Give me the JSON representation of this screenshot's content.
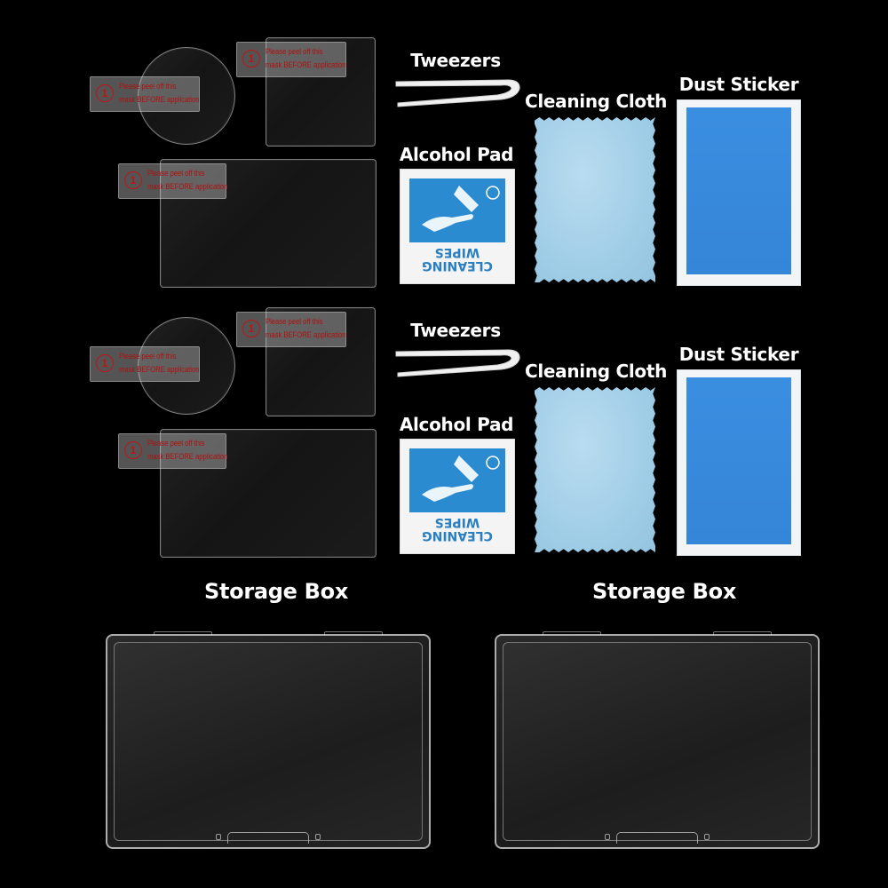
{
  "labels": {
    "tweezers": "Tweezers",
    "alcohol_pad": "Alcohol Pad",
    "cleaning_cloth": "Cleaning Cloth",
    "dust_sticker": "Dust Sticker",
    "storage_box": "Storage Box"
  },
  "peel_tab": {
    "number": "1",
    "line1": "Please peel off this",
    "line2": "mask BEFORE application"
  },
  "pad_print": {
    "line1": "WIPES",
    "line2": "CLEANING"
  },
  "colors": {
    "background": "#000000",
    "pad_blue": "#2a8bd0",
    "cloth_blue": "#a3cfe8",
    "sticker_blue": "#3585d8",
    "peel_text_red": "#b01010"
  }
}
